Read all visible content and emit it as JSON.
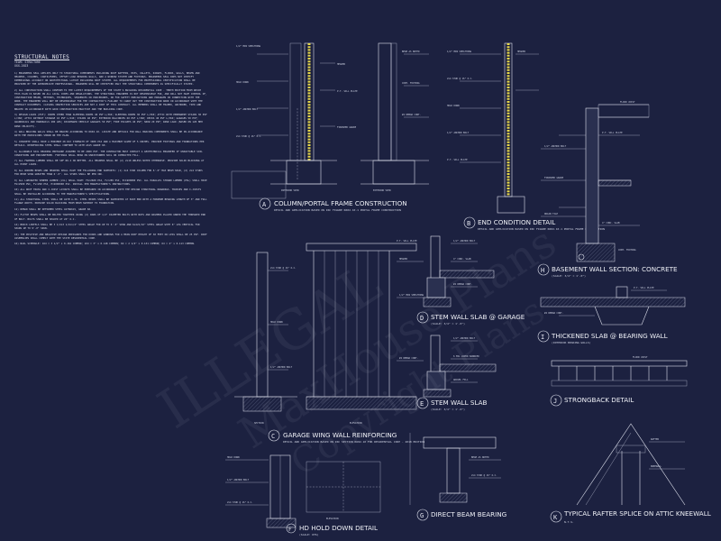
{
  "notes": {
    "title": "STRUCTURAL NOTES",
    "subtitle": "TEAM: STRUCTURE",
    "meta": "XXX-2023",
    "paragraphs": [
      "1) ENGINEERS SEAL APPLIES ONLY TO STRUCTURAL COMPONENTS INCLUDING ROOF RAFTERS, HIPS, VALLEYS, RIDGES, FLOORS, WALLS, BEAMS AND HEADERS, COLUMNS, CANTILEVERS, OFFSET LOAD BEARING WALLS, AND A WINDOW SYSTEM AND FOOTINGS. ENGINEERS SEAL DOES NOT CERTIFY DIMENSIONAL ACCURACY OR ARCHITECTURAL LAYOUT INCLUDING ROOF SYSTEM. ALL REQUIREMENTS FOR PROFESSIONAL CERTIFICATION SHALL BE PROVIDED BY THE APPROPRIATE PROFESSIONAL. ENGINEER WILL BE CERTIFIED ONLY THE STRUCTURAL COMPONENTS AS SPECIFICALLY STATED.",
      "2) ALL CONSTRUCTION SHALL CONFORM TO THE LATEST REQUIREMENTS OF THE STATE'S BUILDING RESIDENTIAL CODE - TENTH EDITION FROM WHICH THIS PLAN IS BASED ON ALL LOCAL CODES AND REGULATIONS. THE STRUCTURAL ENGINEER IS NOT RESPONSIBLE FOR, AND WILL NOT HAVE CONTROL OF, CONSTRUCTION MEANS, METHODS, TECHNIQUES, SEQUENCES OR PROCEDURES, OR FOR SAFETY PRECAUTIONS AND PROGRAMS IN CONNECTION WITH THE WORK. THE ENGINEER WILL NOT BE RESPONSIBLE FOR THE CONTRACTOR'S FAILURE TO CARRY OUT THE CONSTRUCTION WORK IN ACCORDANCE WITH THE CONTRACT DOCUMENTS. CLOSING INSPECTION SERVICES ARE NOT A PART OF THIS CONTRACT. ALL MEMBERS SHALL BE FRAMED, ANCHORED, TIED AND BRACED IN ACCORDANCE WITH GOOD CONSTRUCTION PRACTICE AND THE BUILDING CODE.",
      "3) DESIGN LOADS (PSF): ROOMS OTHER THAN SLEEPING ROOMS 40 PSF L/360; SLEEPING ROOMS 30 PSF L/360; ATTIC WITH PERMANENT STAIRS 30 PSF L/360; ATTIC WITHOUT STORAGE 10 PSF L/240; STAIRS 40 PSF; EXTERIOR BALCONIES 60 PSF L/360; DECKS 40 PSF L/360; GARAGES 50 PSF; GUARDRAILS AND HANDRAILS 200 LBS; PASSENGER VEHICLE GARAGES 50 PSF; FIRE ESCAPES 40 PSF; SNOW 20 PSF; WIND LOAD (BASED ON 120 MPH WIND VELOCITY).",
      "4) WALL BRACING WALLS SHALL BE BRACED ACCORDING TO R602.10. LOCATE AND DETAILS FOR WALL BRACING COMPONENTS SHALL BE IN ACCORDANCE WITH THE PROVISIONS SHOWN ON THE PLAN.",
      "5) CONCRETE SHALL HAVE A MINIMUM 28 DAY STRENGTH OF 3000 PSI AND A MAXIMUM SLUMP OF 5 INCHES. PROVIDE FOOTINGS AND FOUNDATIONS PER DETAILS. REINFORCING STEEL SHALL CONFORM TO ASTM A615 GRADE 60.",
      "6) ALLOWABLE SOIL BEARING PRESSURE ASSUMED TO BE 2000 PSF. THE CONTRACTOR MUST CONTACT A GEOTECHNICAL ENGINEER IF UNSUITABLE SOIL CONDITIONS ARE ENCOUNTERED. FOOTINGS SHALL BEAR ON UNDISTURBED SOIL OR COMPACTED FILL.",
      "7) ALL FRAMING LUMBER SHALL BE SPF NO.2 OR BETTER. ALL HEADERS SHALL BE (2) 2x10 UNLESS NOTED OTHERWISE. PROVIDE SOLID BLOCKING AT ALL POINT LOADS.",
      "8) ALL WOODEN BEAMS AND HEADERS SHALL HAVE THE FOLLOWING END SUPPORTS: (1) 2x4 STUD COLUMN FOR 6'-0\" MAX BEAM SPAN, (2) 2x4 STUDS FOR BEAM SPAN GREATER THAN 6'-0\". ALL STUDS SHALL BE PER IRC.",
      "9) ALL LAMINATED VENEER LUMBER (LVL) SHALL HAVE: Fb=2600 PSI, Fv=285 PSI, E=1900000 PSI. ALL PARALLEL STRAND LUMBER (PSL) SHALL HAVE Fb=2900 PSI, Fv=290 PSI, E=2000000 PSI. INSTALL PER MANUFACTURER'S INSTRUCTIONS.",
      "10) ALL ROOF TRUSS AND I-JOIST LAYOUTS SHALL BE PREPARED IN ACCORDANCE WITH THE DESIGN STRUCTURAL DRAWINGS. TRUSSES AND I-JOISTS SHALL BE INSTALLED ACCORDING TO THE MANUFACTURER'S SPECIFICATIONS.",
      "11) ALL STRUCTURAL STEEL SHALL BE ASTM A-36. STEEL BEAMS SHALL BE SUPPORTED AT EACH END WITH A MINIMUM BEARING LENGTH OF 3\" AND FULL FLANGE WIDTH. PROVIDE SOLID BLOCKING FROM BEAM SUPPORT TO FOUNDATION.",
      "12) REBAR SHALL BE DEFORMED STEEL ASTMA615, GRADE 60.",
      "13) FLITCH BEAMS SHALL BE BOLTED TOGETHER USING (2) ROWS OF 1/2\" DIAMETER BOLTS WITH NUTS AND WASHERS PLACED UNDER THE THREADED END OF BOLT. BOLTS SHALL BE SPACED AT 24\" O.C.",
      "14) BRICK LINTELS SHALL BE 3 1/2x3 1/2x1/4\" STEEL ANGLE FOR UP TO 6'-0\" SPAN AND 6x4x5/16\" STEEL ANGLE WITH 6\" LEG VERTICAL FOR SPANS UP TO 9'-0\" SPAN.",
      "15) THE POSITIVE AND NEGATIVE DESIGN PRESSURES FOR DOORS AND WINDOWS FOR A MEAN ROOF HEIGHT OF 30 FEET OR LESS SHALL BE 25 PSF. ROOF ASSEMBLIES SHALL COMPLY WITH THE STATE RESIDENTIAL CODE.",
      "16) NAIL SCHEDULE: 16d = 3 1/2\" x 0.162 COMMON; 10d = 3\" x 0.148 COMMON; 8d = 2 1/2\" x 0.131 COMMON; 6d = 2\" x 0.113 COMMON."
    ]
  },
  "details": {
    "a": {
      "number": "A",
      "title": "COLUMN/PORTAL FRAME CONSTRUCTION",
      "subtitle": "DETAIL AND APPLICATION BASED ON IRC FIGURE R602.10.1 PORTAL FRAME CONSTRUCTION",
      "view1": "INTERIOR VIEW",
      "view2": "EXTERIOR VIEW"
    },
    "b": {
      "number": "B",
      "title": "END CONDITION DETAIL",
      "subtitle": "DETAIL AND APPLICATION BASED ON IRC FIGURE R602.10.1 PORTAL FRAME CONSTRUCTION"
    },
    "c": {
      "number": "C",
      "title": "GARAGE WING WALL REINFORCING",
      "subtitle": "DETAIL AND APPLICATION BASED ON IRC SECTION R602.10 FOR RESIDENTIAL CODE - 2018 EDITION",
      "view1": "SECTION",
      "view2": "ELEVATION"
    },
    "d": {
      "number": "D",
      "title": "STEM WALL SLAB @ GARAGE",
      "subtitle": "(SCALE: 3/4\" = 1'-0\")"
    },
    "e": {
      "number": "E",
      "title": "STEM WALL SLAB",
      "subtitle": "(SCALE: 3/4\" = 1'-0\")"
    },
    "f": {
      "number": "F",
      "title": "HD HOLD DOWN DETAIL",
      "subtitle": "(SCALE: NTS)",
      "view1": "ELEVATION"
    },
    "g": {
      "number": "G",
      "title": "DIRECT BEAM BEARING",
      "subtitle": ""
    },
    "h": {
      "number": "H",
      "title": "BASEMENT WALL SECTION: CONCRETE",
      "subtitle": "(SCALE: 3/4\" = 1'-0\")"
    },
    "i": {
      "number": "I",
      "title": "THICKENED SLAB @ BEARING WALL",
      "subtitle": "(INTERIOR BEARING WALLS)"
    },
    "j": {
      "number": "J",
      "title": "STRONGBACK DETAIL",
      "subtitle": ""
    },
    "k": {
      "number": "K",
      "title": "TYPICAL RAFTER SPLICE ON ATTIC KNEEWALL",
      "subtitle": "N.T.S."
    }
  },
  "labels": {
    "sheathing": "1/2\" MIN SHEATHING",
    "hold_down": "HOLD DOWN",
    "anchor_bolt": "1/2\" ANCHOR BOLT",
    "stud": "2x4 STUD @ 16\" O.C.",
    "slab": "4\" CONC. SLAB",
    "footing": "CONT. FOOTING",
    "vapor": "6 MIL VAPOR BARRIER",
    "sill": "P.T. SILL PLATE",
    "grade": "FINISHED GRADE",
    "header": "HEADER",
    "rebar": "#4 REBAR CONT.",
    "beam": "BEAM AS NOTED",
    "rafter": "RAFTER",
    "kneewall": "KNEEWALL",
    "joist": "FLOOR JOIST",
    "drain": "DRAIN TILE",
    "gravel": "GRAVEL FILL"
  },
  "watermarks": {
    "line1": "ILLEGAL",
    "line2": "MaxHouse Plans",
    "line3": "Copyright Plans"
  }
}
